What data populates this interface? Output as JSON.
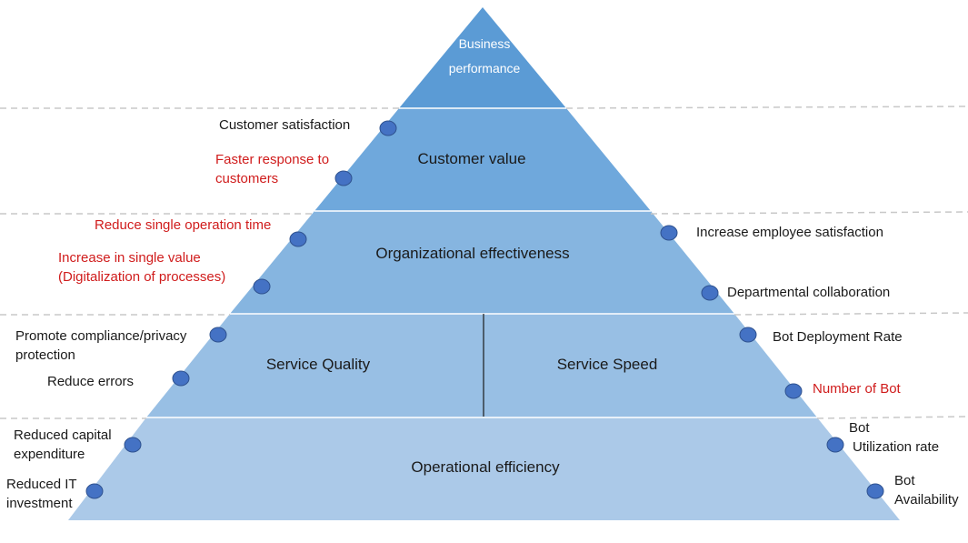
{
  "pyramid": {
    "apex": {
      "line1": "Business",
      "line2": "performance"
    },
    "tiers": {
      "customer_value": "Customer value",
      "organizational_effectiveness": "Organizational effectiveness",
      "service_quality": "Service Quality",
      "service_speed": "Service Speed",
      "operational_efficiency": "Operational efficiency"
    },
    "colors": {
      "apex": "#5b9bd5",
      "tier1": "#6fa8dc",
      "tier2": "#86b5e0",
      "tier3": "#98bfe4",
      "tier4": "#abc9e8",
      "dot": "#4472c4",
      "red_text": "#d01c1c"
    }
  },
  "labels": {
    "customer_satisfaction": "Customer satisfaction",
    "faster_response_1": "Faster response to",
    "faster_response_2": "customers",
    "reduce_single_op_time": "Reduce single operation time",
    "increase_single_value_1": "Increase in single value",
    "increase_single_value_2": "(Digitalization of processes)",
    "increase_employee_satisfaction": "Increase employee satisfaction",
    "departmental_collaboration": "Departmental collaboration",
    "promote_compliance_1": "Promote compliance/privacy",
    "promote_compliance_2": "protection",
    "reduce_errors": "Reduce errors",
    "bot_deployment_rate": "Bot Deployment Rate",
    "number_of_bot": "Number of Bot",
    "reduced_capex_1": "Reduced capital",
    "reduced_capex_2": "expenditure",
    "reduced_it_1": "Reduced IT",
    "reduced_it_2": "investment",
    "bot_utilization_1": "Bot",
    "bot_utilization_2": "Utilization rate",
    "bot_availability_1": "Bot",
    "bot_availability_2": "Availability"
  }
}
